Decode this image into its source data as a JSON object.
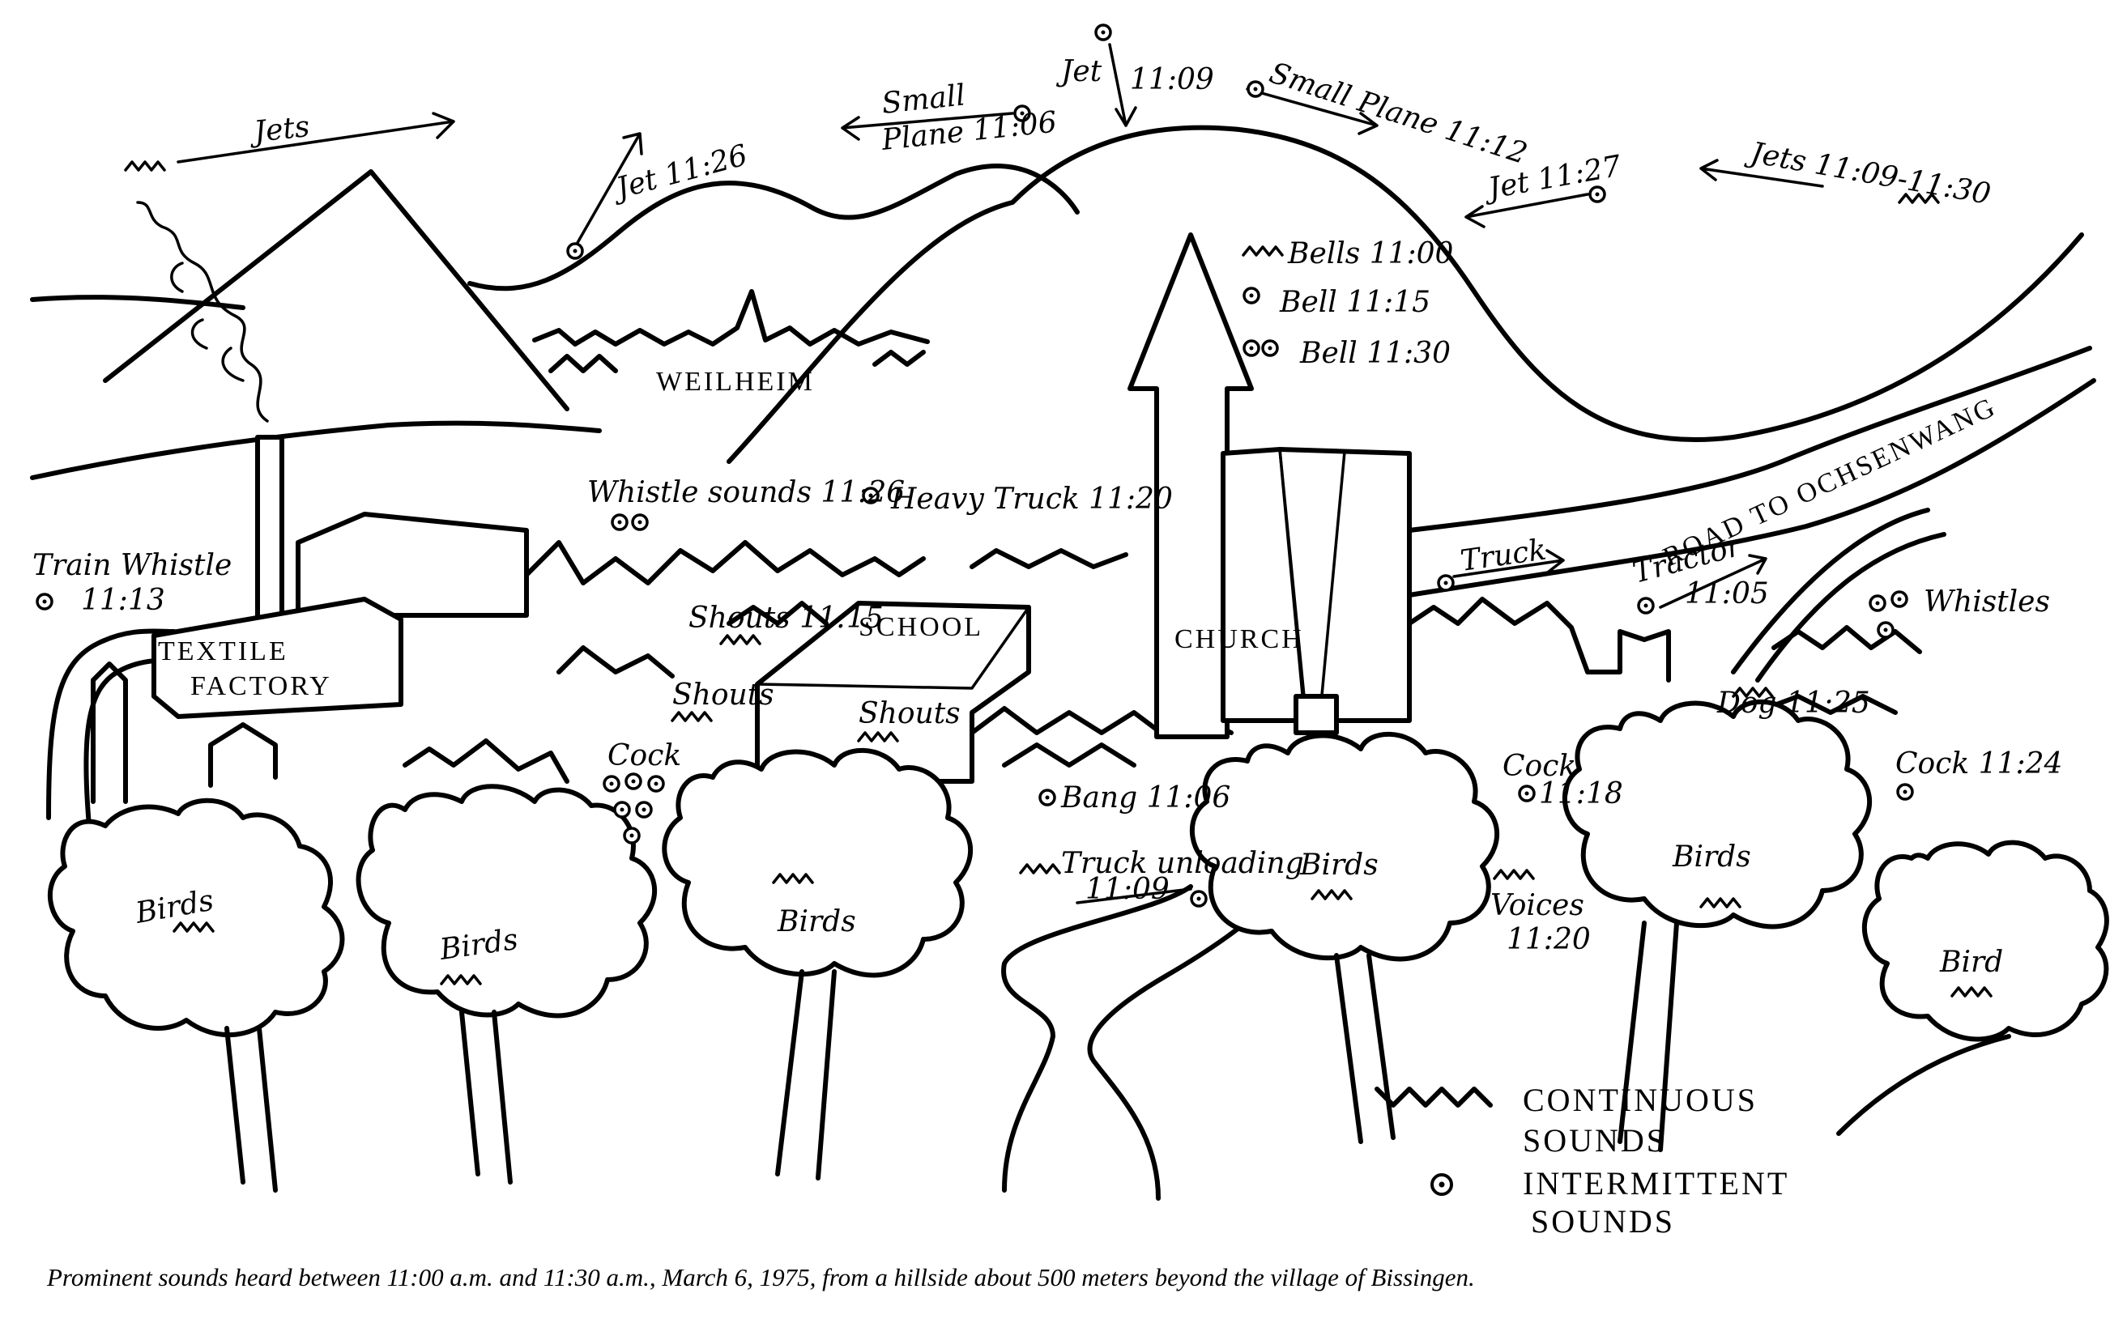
{
  "caption": "Prominent sounds heard between 11:00 a.m. and 11:30 a.m., March 6, 1975, from a hillside about 500 meters beyond the village of Bissingen.",
  "places": {
    "weilheim": "WEILHEIM",
    "textile_factory": [
      "TEXTILE",
      "FACTORY"
    ],
    "school": "SCHOOL",
    "church": "CHURCH",
    "road": "ROAD TO OCHSENWANG"
  },
  "sky_sounds": {
    "jets_left": "Jets",
    "jet_1126": "Jet 11:26",
    "small_plane_1106": [
      "Small",
      "Plane 11:06"
    ],
    "jet_1109": [
      "Jet",
      "11:09"
    ],
    "small_plane_1112": "Small Plane 11:12",
    "jet_1127": "Jet 11:27",
    "jets_right": "Jets 11:09-11:30"
  },
  "village_sounds": {
    "bells_1100": "Bells 11:00",
    "bell_1115": "Bell 11:15",
    "bell_1130": "Bell 11:30",
    "whistle_sounds": "Whistle sounds 11:26",
    "heavy_truck": "Heavy Truck 11:20",
    "train_whistle": [
      "Train Whistle",
      "11:13"
    ],
    "shouts_1115": "Shouts 11:15",
    "shouts_a": "Shouts",
    "shouts_b": "Shouts",
    "truck": "Truck",
    "tractor": [
      "Tractor",
      "11:05"
    ],
    "whistles": "Whistles",
    "dog": "Dog 11:25",
    "cock_left": "Cock",
    "cock_mid": [
      "Cock",
      "11:18"
    ],
    "cock_right": "Cock 11:24",
    "bang": "Bang 11:06",
    "truck_unloading": [
      "Truck unloading",
      "11:09"
    ],
    "voices": [
      "Voices",
      "11:20"
    ]
  },
  "trees": {
    "t1": "Birds",
    "t2": "Birds",
    "t3": "Birds",
    "t4": "Birds",
    "t5": "Birds",
    "t6": "Bird"
  },
  "legend": {
    "continuous": [
      "CONTINUOUS",
      "SOUNDS"
    ],
    "intermittent": [
      "INTERMITTENT",
      "SOUNDS"
    ]
  }
}
